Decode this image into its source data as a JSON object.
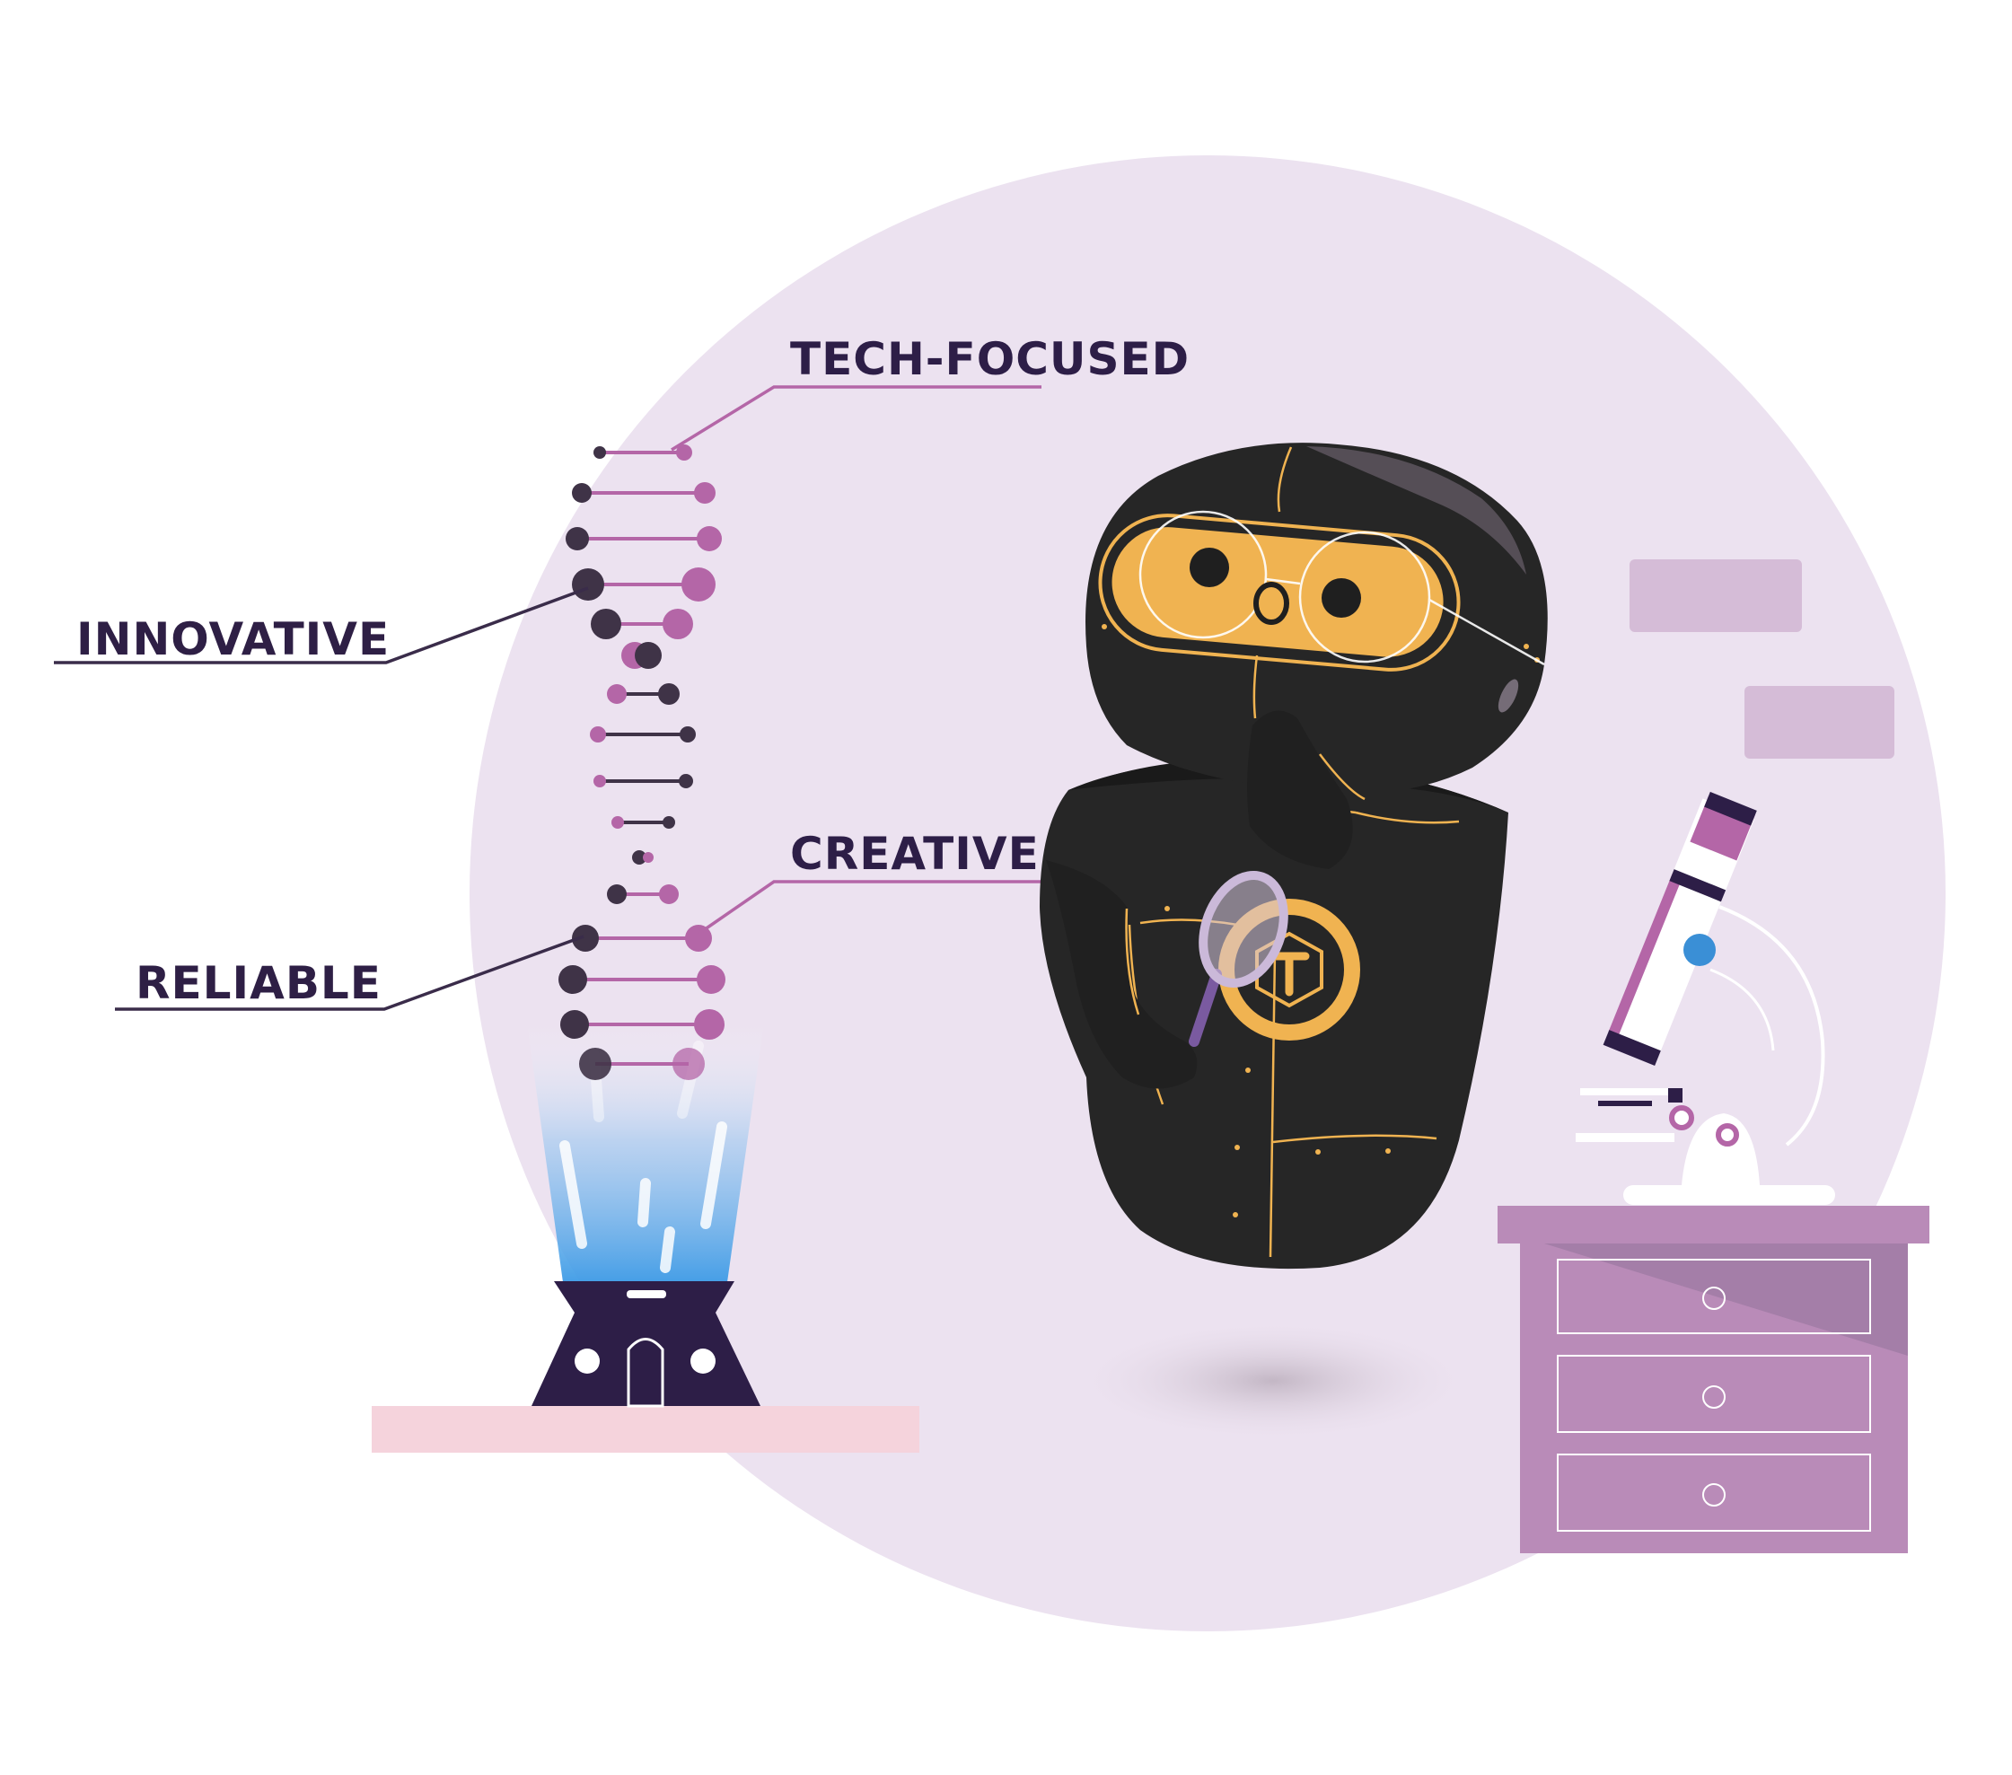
{
  "labels": {
    "tech_focused": "TECH-FOCUSED",
    "innovative": "INNOVATIVE",
    "creative": "CREATIVE",
    "reliable": "RELIABLE"
  },
  "colors": {
    "circle_bg": "#ece2f0",
    "dark_purple": "#2d1e47",
    "accent_pink": "#b466a7",
    "dark_dot": "#3f3347",
    "ninja_black": "#262626",
    "mask_yellow": "#f0b351",
    "cabinet": "#b98bb8",
    "pink_shelf": "#f5d3dc",
    "beam_blue": "#4fa9e8"
  },
  "icons": {
    "character": "ninja-scientist-icon",
    "magnifier": "magnifying-glass-icon",
    "microscope": "microscope-icon",
    "dna": "dna-helix-icon",
    "projector": "hologram-projector-icon",
    "cabinet": "drawer-cabinet-icon"
  }
}
